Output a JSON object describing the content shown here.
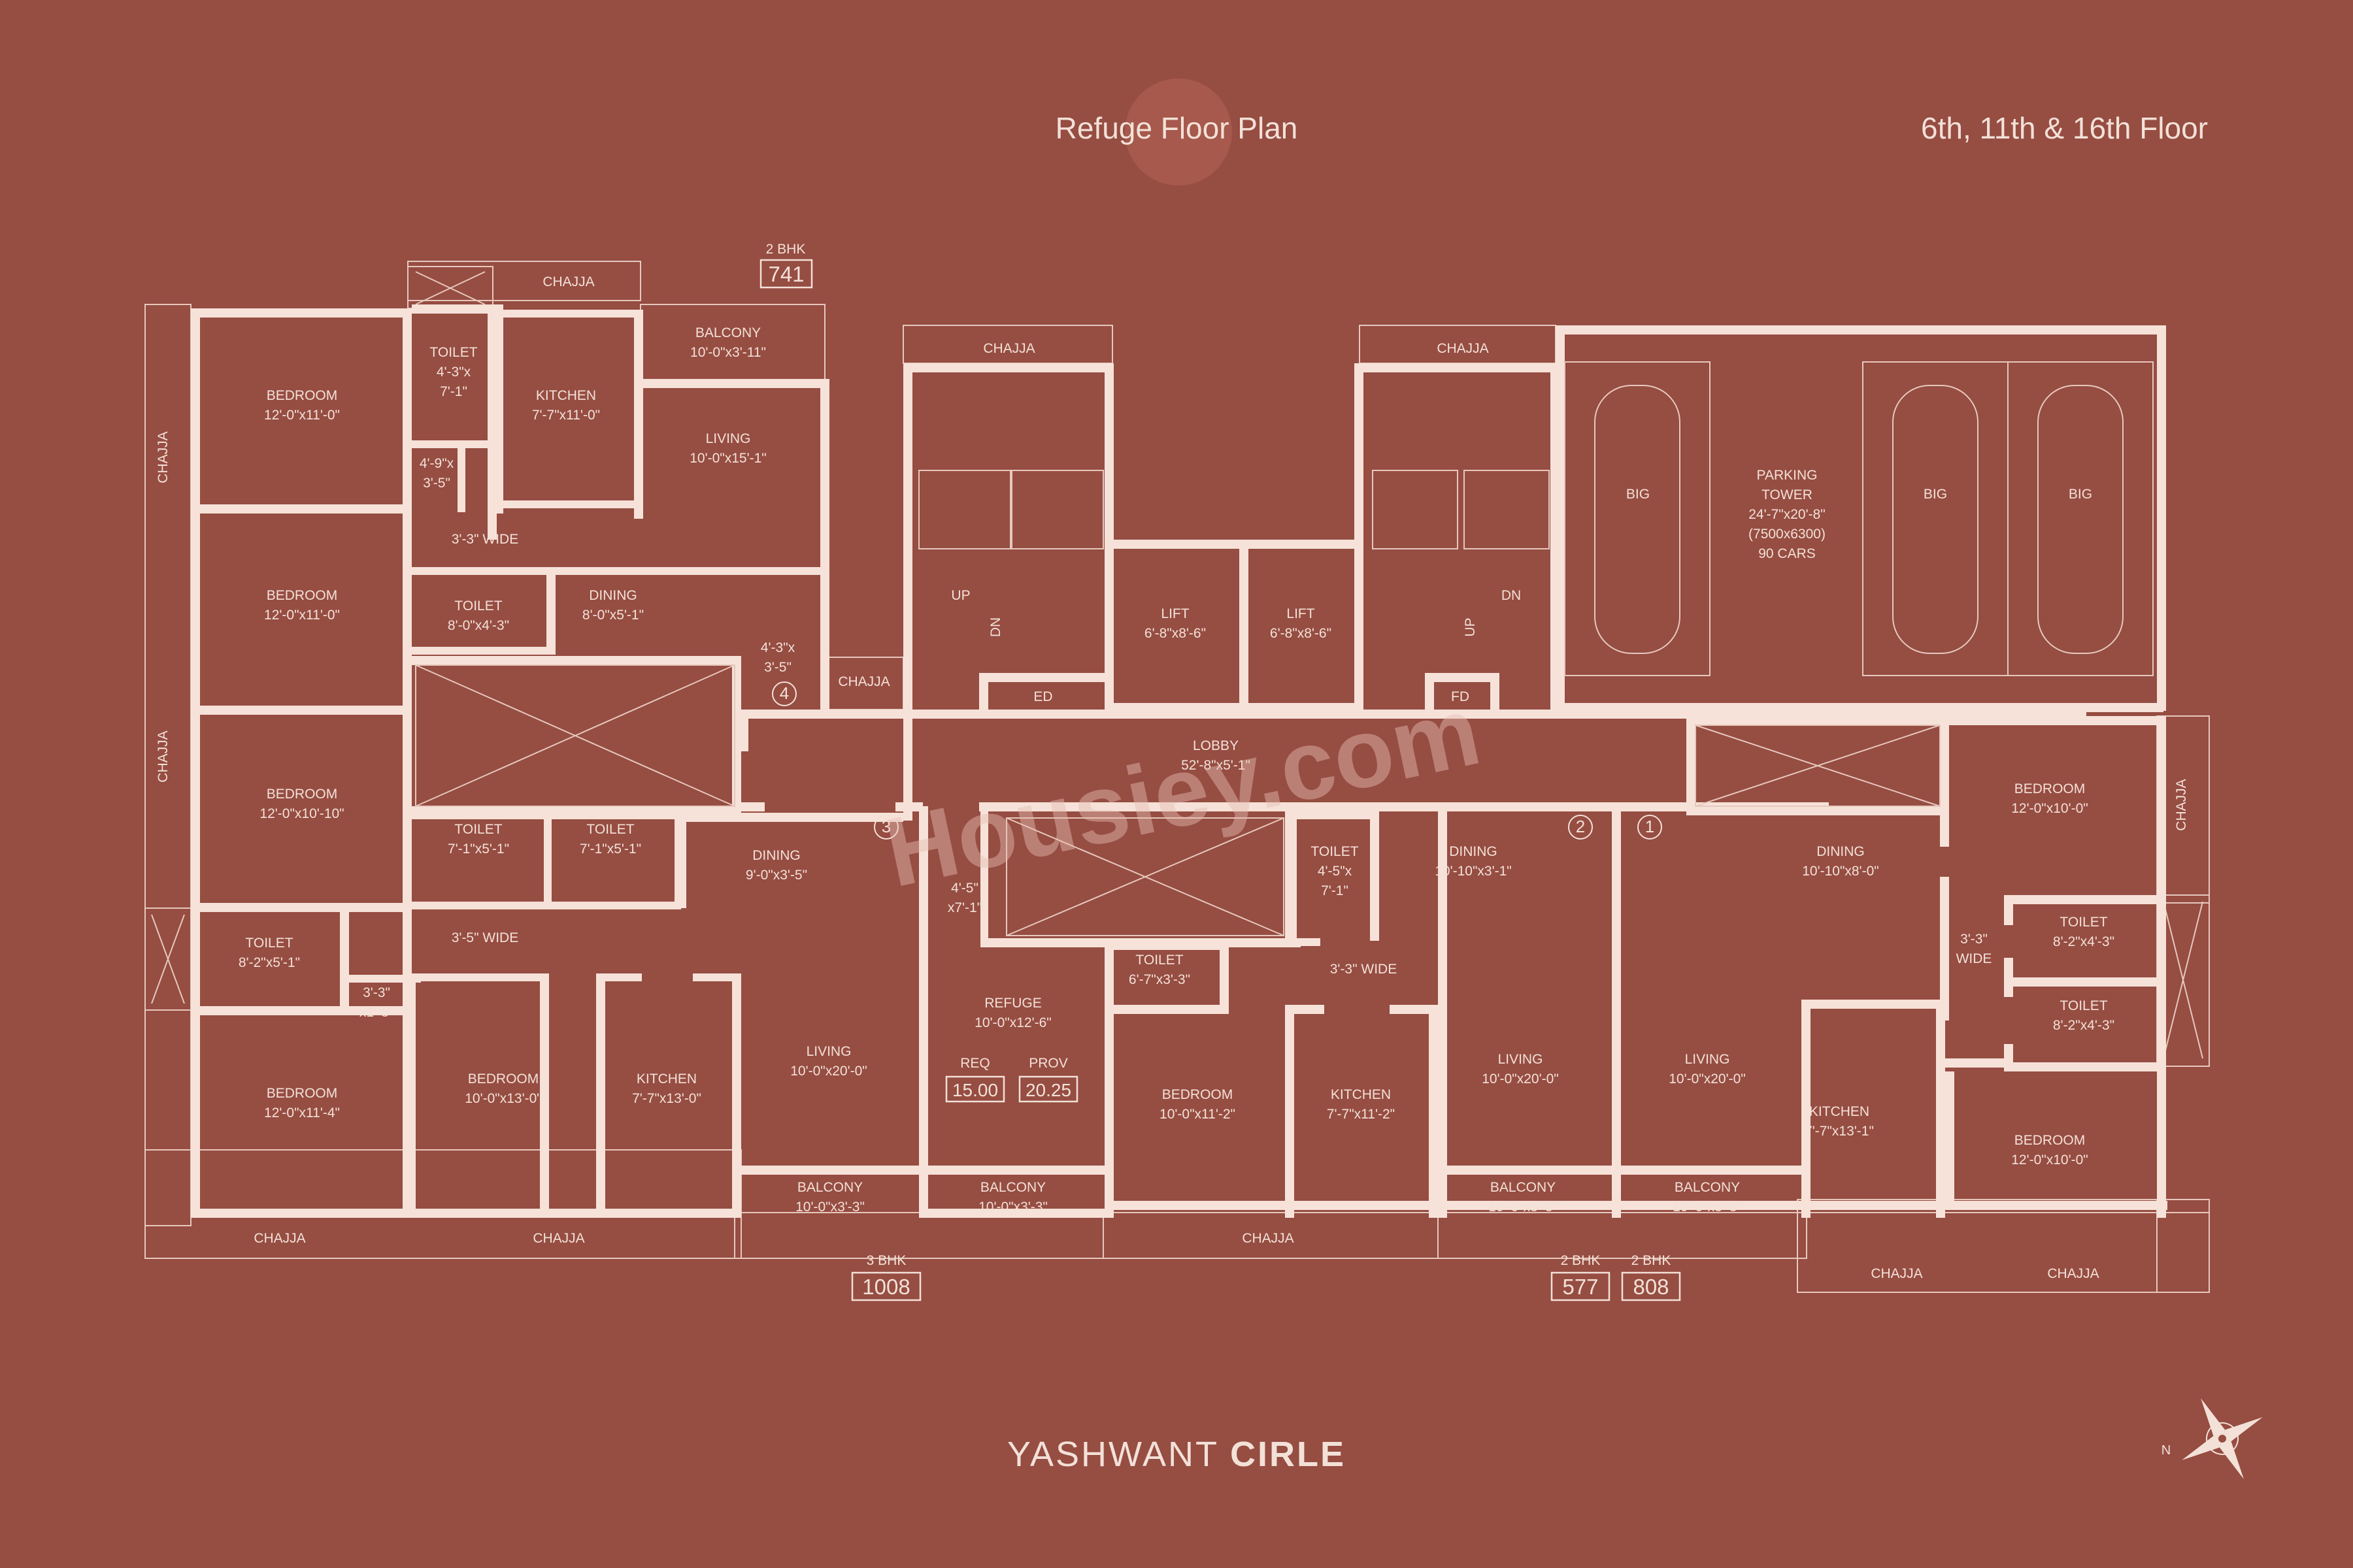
{
  "header": {
    "title": "Refuge Floor Plan",
    "floors": "6th, 11th & 16th Floor"
  },
  "brand": {
    "part1": "YASHWANT ",
    "part2": "CIR",
    "part3": "LE"
  },
  "watermark": "Housiey.com",
  "compass": {
    "label": "N"
  },
  "units": [
    {
      "type": "2 BHK",
      "area": "741"
    },
    {
      "type": "3 BHK",
      "area": "1008"
    },
    {
      "type": "2 BHK",
      "area": "577"
    },
    {
      "type": "2 BHK",
      "area": "808"
    }
  ],
  "unit_numbers": [
    "4",
    "3",
    "2",
    "1"
  ],
  "refuge": {
    "req_label": "REQ",
    "req_value": "15.00",
    "prov_label": "PROV",
    "prov_value": "20.25"
  },
  "cars": [
    "BIG",
    "BIG",
    "BIG"
  ],
  "stairs": [
    "UP",
    "DN",
    "UP",
    "DN"
  ],
  "ed": [
    "ED",
    "FD"
  ],
  "chajja": "CHAJJA",
  "rooms": [
    {
      "name": "BEDROOM",
      "dim": "12'-0\"x11'-0\""
    },
    {
      "name": "TOILET",
      "dim": "4'-3\"x",
      "dim2": "7'-1\""
    },
    {
      "name": "KITCHEN",
      "dim": "7'-7\"x11'-0\""
    },
    {
      "name": "BALCONY",
      "dim": "10'-0\"x3'-11\""
    },
    {
      "name": "LIVING",
      "dim": "10'-0\"x15'-1\""
    },
    {
      "name": "",
      "dim": "4'-9\"x",
      "dim2": "3'-5\""
    },
    {
      "name": "",
      "dim": "3'-3\" WIDE"
    },
    {
      "name": "BEDROOM",
      "dim": "12'-0\"x11'-0\""
    },
    {
      "name": "TOILET",
      "dim": "8'-0\"x4'-3\""
    },
    {
      "name": "DINING",
      "dim": "8'-0\"x5'-1\""
    },
    {
      "name": "",
      "dim": "4'-3\"x",
      "dim2": "3'-5\""
    },
    {
      "name": "BEDROOM",
      "dim": "12'-0\"x10'-10\""
    },
    {
      "name": "TOILET",
      "dim": "7'-1\"x5'-1\""
    },
    {
      "name": "TOILET",
      "dim": "7'-1\"x5'-1\""
    },
    {
      "name": "DINING",
      "dim": "9'-0\"x3'-5\""
    },
    {
      "name": "TOILET",
      "dim": "8'-2\"x5'-1\""
    },
    {
      "name": "",
      "dim": "3'-5\" WIDE"
    },
    {
      "name": "",
      "dim": "3'-3\"",
      "dim2": "x1'-8\""
    },
    {
      "name": "BEDROOM",
      "dim": "12'-0\"x11'-4\""
    },
    {
      "name": "BEDROOM",
      "dim": "10'-0\"x13'-0\""
    },
    {
      "name": "KITCHEN",
      "dim": "7'-7\"x13'-0\""
    },
    {
      "name": "LIVING",
      "dim": "10'-0\"x20'-0\""
    },
    {
      "name": "BALCONY",
      "dim": "10'-0\"x3'-3\""
    },
    {
      "name": "",
      "dim": "4'-5\"",
      "dim2": "x7'-1\""
    },
    {
      "name": "REFUGE",
      "dim": "10'-0\"x12'-6\""
    },
    {
      "name": "BALCONY",
      "dim": "10'-0\"x3'-3\""
    },
    {
      "name": "LIFT",
      "dim": "6'-8\"x8'-6\""
    },
    {
      "name": "LIFT",
      "dim": "6'-8\"x8'-6\""
    },
    {
      "name": "LOBBY",
      "dim": "52'-8\"x5'-1\""
    },
    {
      "name": "TOILET",
      "dim": "4'-5\"x",
      "dim2": "7'-1\""
    },
    {
      "name": "TOILET",
      "dim": "6'-7\"x3'-3\""
    },
    {
      "name": "",
      "dim": "3'-3\" WIDE"
    },
    {
      "name": "DINING",
      "dim": "10'-10\"x3'-1\""
    },
    {
      "name": "BEDROOM",
      "dim": "10'-0\"x11'-2\""
    },
    {
      "name": "KITCHEN",
      "dim": "7'-7\"x11'-2\""
    },
    {
      "name": "LIVING",
      "dim": "10'-0\"x20'-0\""
    },
    {
      "name": "BALCONY",
      "dim": "10'-0\"x3'-3\""
    },
    {
      "name": "DINING",
      "dim": "10'-10\"x8'-0\""
    },
    {
      "name": "LIVING",
      "dim": "10'-0\"x20'-0\""
    },
    {
      "name": "BALCONY",
      "dim": "10'-0\"x3'-3\""
    },
    {
      "name": "KITCHEN",
      "dim": "7'-7\"x13'-1\""
    },
    {
      "name": "BEDROOM",
      "dim": "12'-0\"x10'-0\""
    },
    {
      "name": "",
      "dim": "3'-3\"",
      "dim2": "WIDE"
    },
    {
      "name": "TOILET",
      "dim": "8'-2\"x4'-3\""
    },
    {
      "name": "TOILET",
      "dim": "8'-2\"x4'-3\""
    },
    {
      "name": "BEDROOM",
      "dim": "12'-0\"x10'-0\""
    },
    {
      "name": "PARKING",
      "dim": "TOWER",
      "dim2": "24'-7\"x20'-8\"",
      "dim3": "(7500x6300)",
      "dim4": "90 CARS"
    }
  ]
}
